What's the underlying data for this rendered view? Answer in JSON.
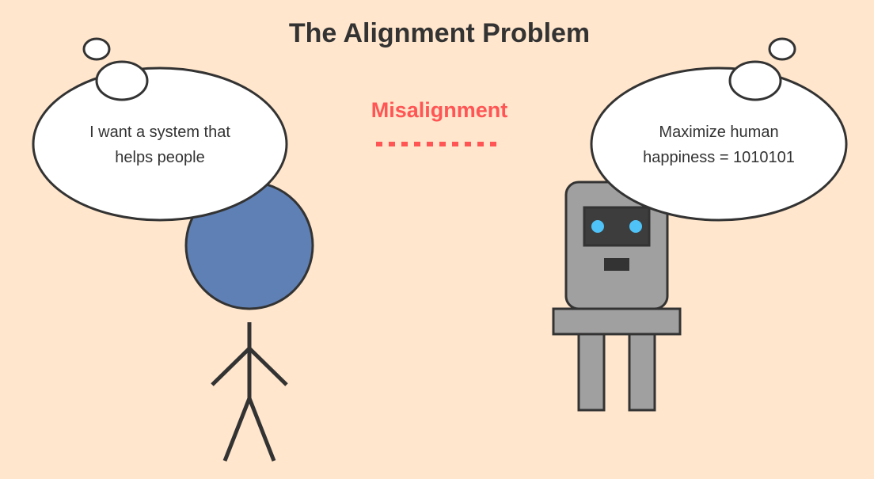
{
  "title": "The Alignment Problem",
  "center_label": "Misalignment",
  "colors": {
    "background": "#ffe6cc",
    "stroke": "#333333",
    "human_head": "#5f80b5",
    "robot_body": "#a0a0a0",
    "robot_face": "#3d3d3d",
    "robot_eyes": "#4fc3f7",
    "accent": "#ff5555",
    "bubble_fill": "#ffffff"
  },
  "human": {
    "thought_lines": [
      "I want a system that",
      "helps people"
    ]
  },
  "robot": {
    "thought_lines": [
      "Maximize human",
      "happiness = 1010101"
    ]
  }
}
